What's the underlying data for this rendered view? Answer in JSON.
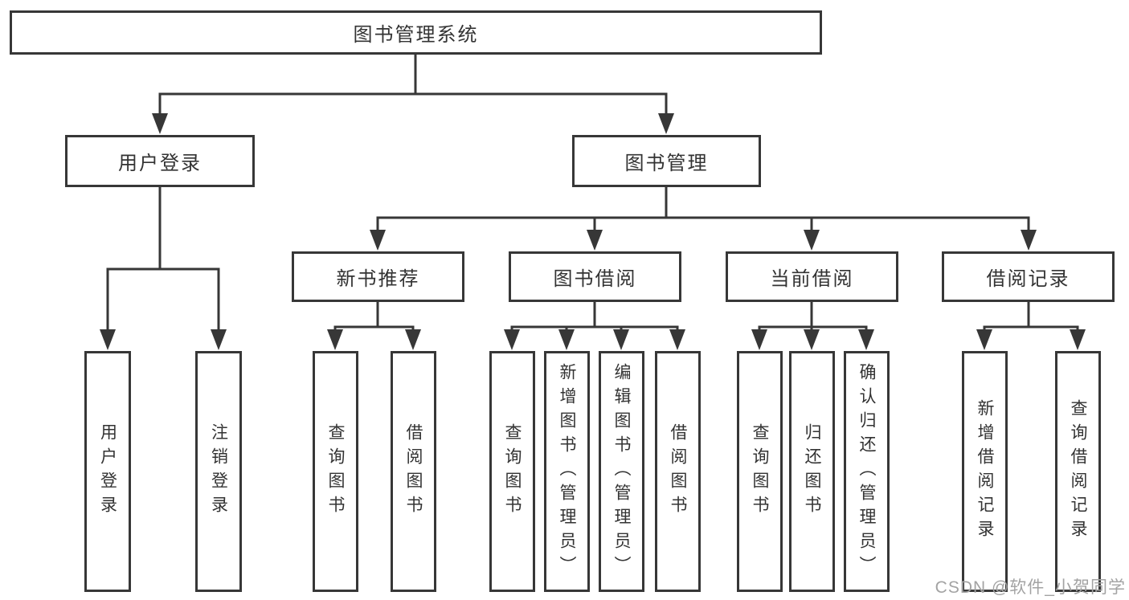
{
  "title": "图书管理系统",
  "level2": {
    "user_login": "用户登录",
    "book_management": "图书管理"
  },
  "level3": {
    "new_book_recommend": "新书推荐",
    "book_borrowing": "图书借阅",
    "current_borrowing": "当前借阅",
    "borrowing_records": "借阅记录"
  },
  "leaves": {
    "user_login": [
      "用户登录",
      "注销登录"
    ],
    "new_book_recommend": [
      "查询图书",
      "借阅图书"
    ],
    "book_borrowing": [
      "查询图书",
      "新增图书（管理员）",
      "编辑图书（管理员）",
      "借阅图书"
    ],
    "current_borrowing": [
      "查询图书",
      "归还图书",
      "确认归还（管理员）"
    ],
    "borrowing_records": [
      "新增借阅记录",
      "查询借阅记录"
    ]
  },
  "watermark": "CSDN @软件_小贺同学",
  "colors": {
    "line": "#373737",
    "text": "#333333",
    "watermark": "#a3a3a3",
    "background": "#ffffff"
  }
}
